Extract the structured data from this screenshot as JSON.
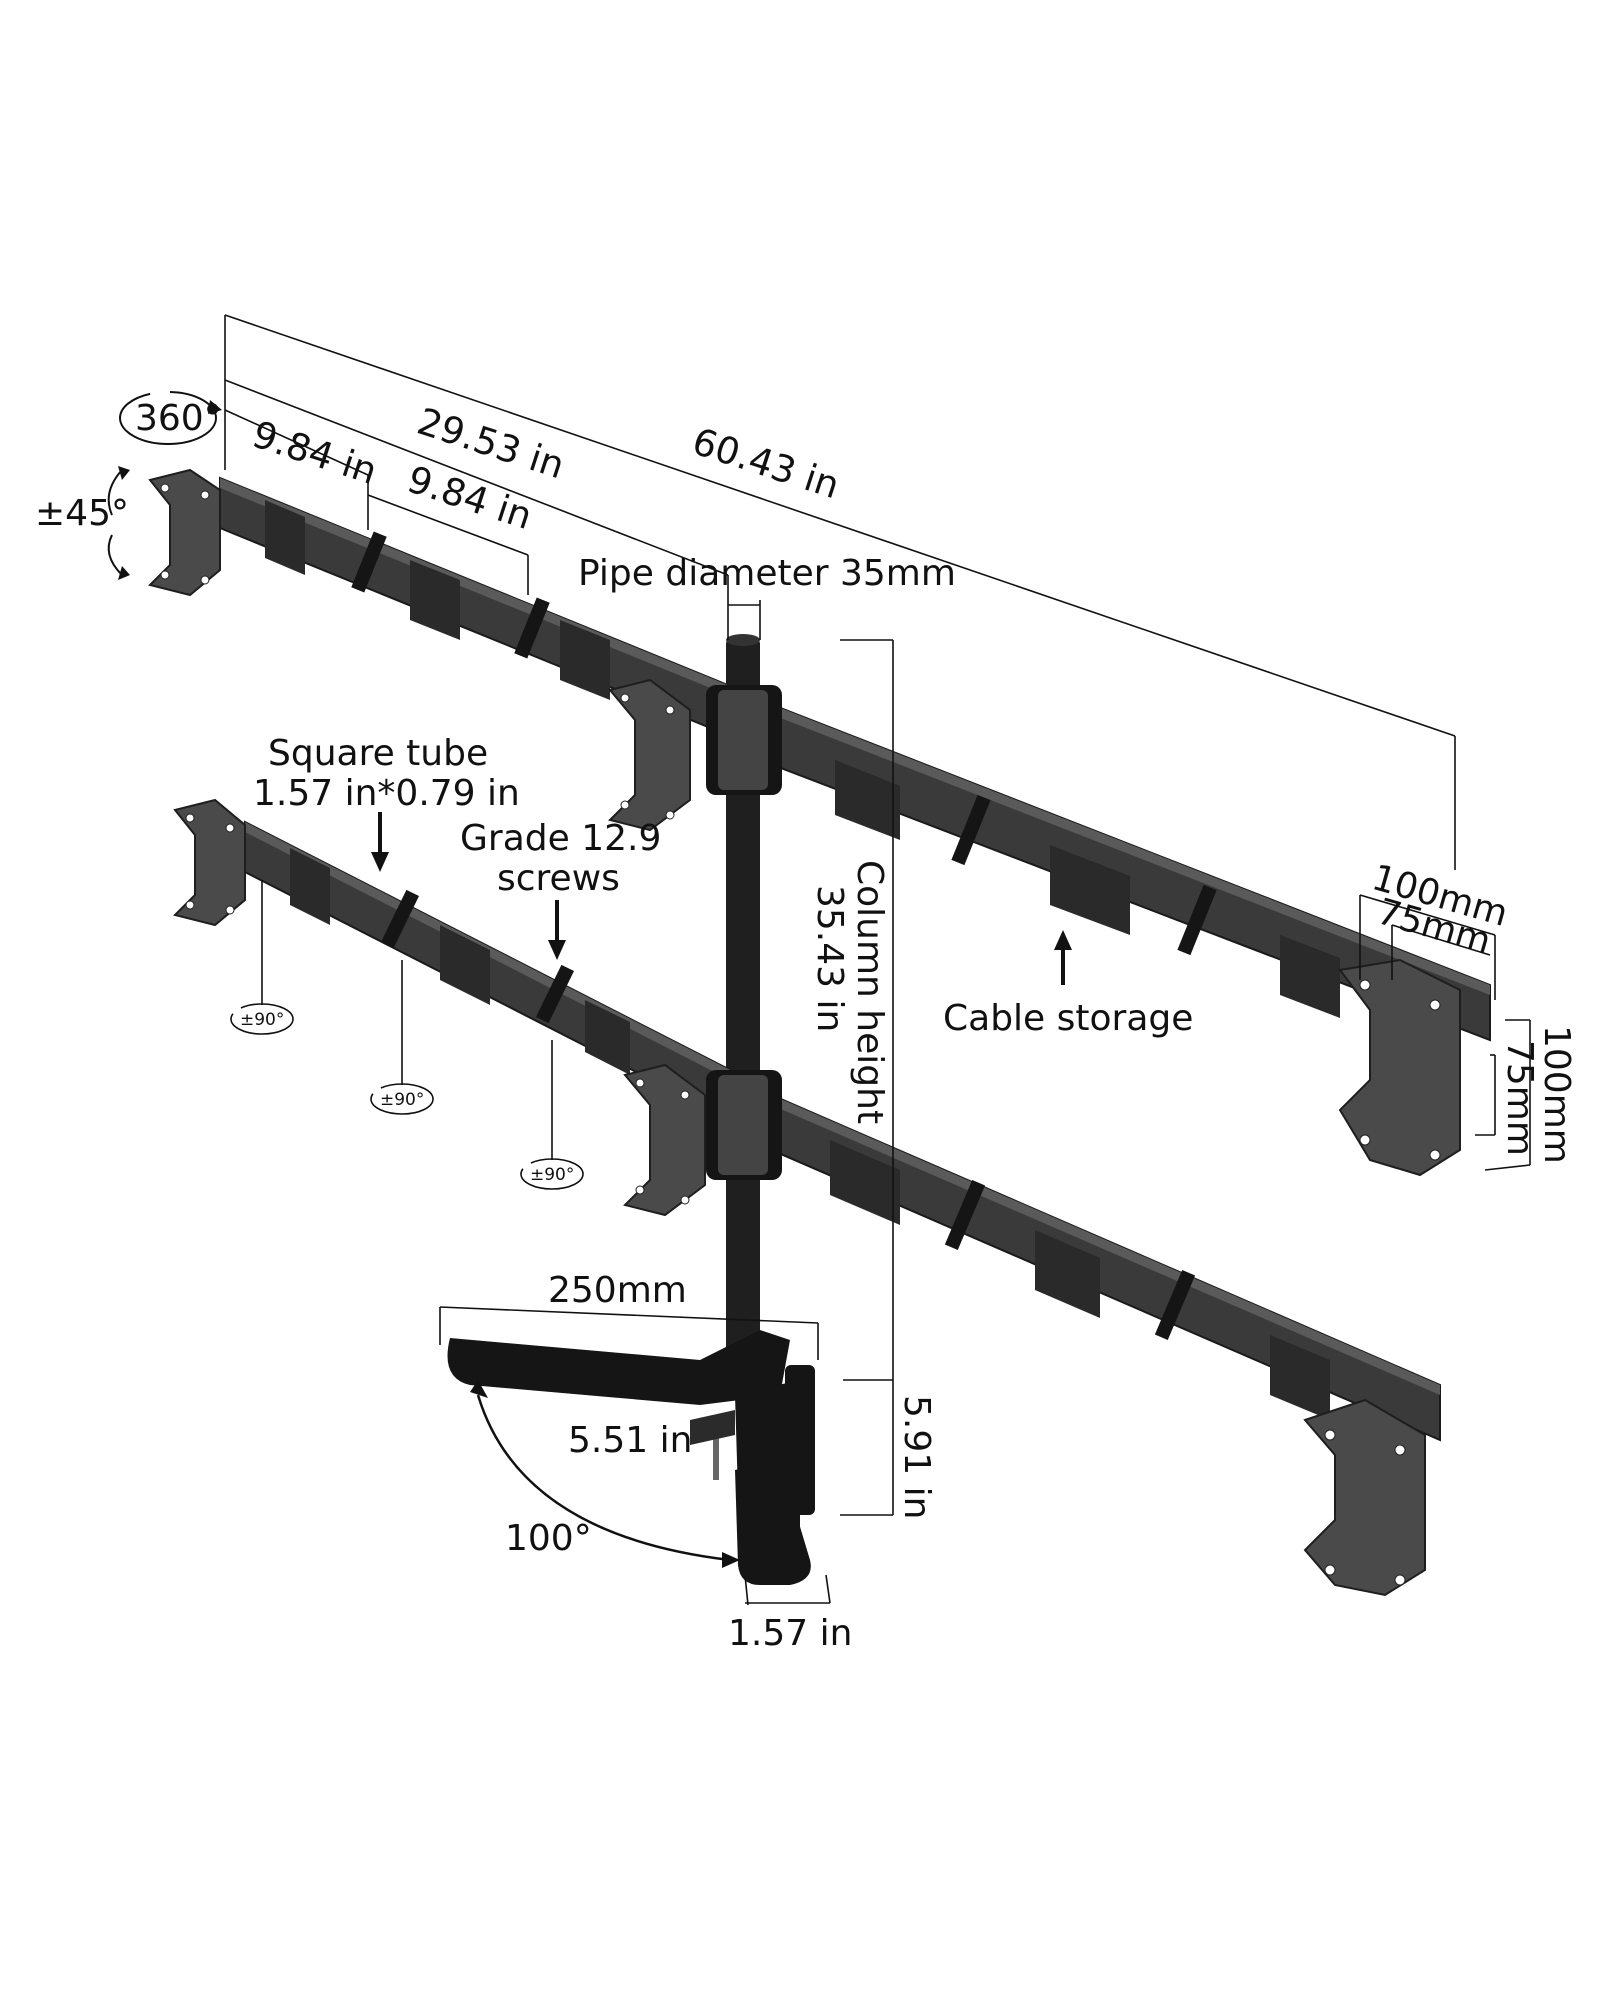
{
  "labels": {
    "rotate_360": "360°",
    "tilt_45": "±45°",
    "seg1": "9.84 in",
    "seg2": "9.84 in",
    "half_width": "29.53 in",
    "total_width": "60.43 in",
    "pipe_diameter": "Pipe diameter 35mm",
    "square_tube_line1": "Square tube",
    "square_tube_line2": "1.57 in*0.79 in",
    "screws_line1": "Grade 12.9",
    "screws_line2": "screws",
    "column_height_line1": "Column height",
    "column_height_line2": "35.43 in",
    "cable_storage": "Cable storage",
    "vesa_100_h": "100mm",
    "vesa_75_h": "75mm",
    "vesa_100_v": "100mm",
    "vesa_75_v": "75mm",
    "swivel_1": "±90°",
    "swivel_2": "±90°",
    "swivel_3": "±90°",
    "base_250": "250mm",
    "clamp_551": "5.51 in",
    "clamp_591": "5.91 in",
    "angle_100": "100°",
    "clamp_157": "1.57 in"
  },
  "colors": {
    "metal_dark": "#1f1f1f",
    "metal": "#3a3a3a",
    "background": "#ffffff",
    "text": "#111111"
  }
}
